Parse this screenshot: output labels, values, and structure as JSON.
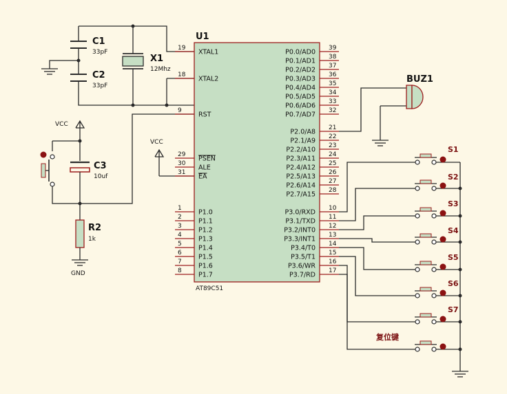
{
  "colors": {
    "background": "#fdf8e6",
    "chip_fill": "#c6dfc4",
    "chip_border": "#9b1c1c",
    "wire": "#2a2a2a",
    "pin_line": "#9b1c1c",
    "component_dot": "#8b1212"
  },
  "chip": {
    "ref": "U1",
    "part": "AT89C51",
    "left_pins": [
      {
        "num": "19",
        "name": "XTAL1"
      },
      {
        "num": "18",
        "name": "XTAL2"
      },
      {
        "num": "9",
        "name": "RST"
      },
      {
        "num": "29",
        "name": "PSEN"
      },
      {
        "num": "30",
        "name": "ALE"
      },
      {
        "num": "31",
        "name": "EA"
      },
      {
        "num": "1",
        "name": "P1.0"
      },
      {
        "num": "2",
        "name": "P1.1"
      },
      {
        "num": "3",
        "name": "P1.2"
      },
      {
        "num": "4",
        "name": "P1.3"
      },
      {
        "num": "5",
        "name": "P1.4"
      },
      {
        "num": "6",
        "name": "P1.5"
      },
      {
        "num": "7",
        "name": "P1.6"
      },
      {
        "num": "8",
        "name": "P1.7"
      }
    ],
    "right_pins": [
      {
        "num": "39",
        "name": "P0.0/AD0"
      },
      {
        "num": "38",
        "name": "P0.1/AD1"
      },
      {
        "num": "37",
        "name": "P0.2/AD2"
      },
      {
        "num": "36",
        "name": "P0.3/AD3"
      },
      {
        "num": "35",
        "name": "P0.4/AD4"
      },
      {
        "num": "34",
        "name": "P0.5/AD5"
      },
      {
        "num": "33",
        "name": "P0.6/AD6"
      },
      {
        "num": "32",
        "name": "P0.7/AD7"
      },
      {
        "num": "21",
        "name": "P2.0/A8"
      },
      {
        "num": "22",
        "name": "P2.1/A9"
      },
      {
        "num": "23",
        "name": "P2.2/A10"
      },
      {
        "num": "24",
        "name": "P2.3/A11"
      },
      {
        "num": "25",
        "name": "P2.4/A12"
      },
      {
        "num": "26",
        "name": "P2.5/A13"
      },
      {
        "num": "27",
        "name": "P2.6/A14"
      },
      {
        "num": "28",
        "name": "P2.7/A15"
      },
      {
        "num": "10",
        "name": "P3.0/RXD"
      },
      {
        "num": "11",
        "name": "P3.1/TXD"
      },
      {
        "num": "12",
        "name": "P3.2/INT0"
      },
      {
        "num": "13",
        "name": "P3.3/INT1"
      },
      {
        "num": "14",
        "name": "P3.4/T0"
      },
      {
        "num": "15",
        "name": "P3.5/T1"
      },
      {
        "num": "16",
        "name": "P3.6/WR"
      },
      {
        "num": "17",
        "name": "P3.7/RD"
      }
    ]
  },
  "components": {
    "c1": {
      "ref": "C1",
      "value": "33pF"
    },
    "c2": {
      "ref": "C2",
      "value": "33pF"
    },
    "x1": {
      "ref": "X1",
      "value": "12Mhz"
    },
    "c3": {
      "ref": "C3",
      "value": "10uf"
    },
    "r2": {
      "ref": "R2",
      "value": "1k"
    },
    "buzzer": {
      "ref": "BUZ1"
    },
    "vcc_rst": "VCC",
    "vcc_ea": "VCC",
    "gnd": "GND"
  },
  "switches": [
    {
      "ref": "S1"
    },
    {
      "ref": "S2"
    },
    {
      "ref": "S3"
    },
    {
      "ref": "S4"
    },
    {
      "ref": "S5"
    },
    {
      "ref": "S6"
    },
    {
      "ref": "S7"
    },
    {
      "ref": "复位键"
    }
  ]
}
